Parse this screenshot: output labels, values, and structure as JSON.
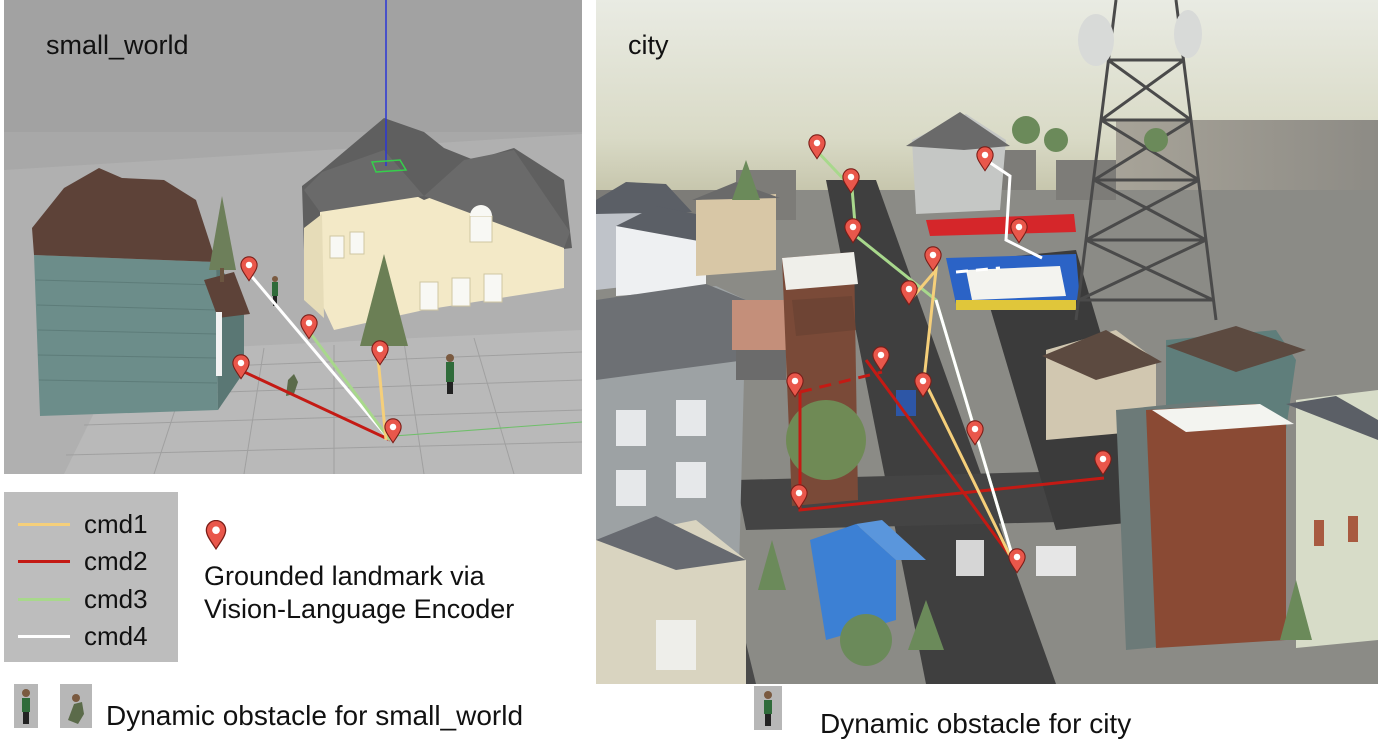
{
  "left_panel": {
    "label": "small_world"
  },
  "right_panel": {
    "label": "city"
  },
  "legend": {
    "items": [
      {
        "label": "cmd1",
        "color": "#f5cf7a"
      },
      {
        "label": "cmd2",
        "color": "#c41a14"
      },
      {
        "label": "cmd3",
        "color": "#a8d88c"
      },
      {
        "label": "cmd4",
        "color": "#ffffff"
      }
    ],
    "background": "#bdbdbd"
  },
  "landmark_legend": {
    "line1": "Grounded landmark via",
    "line2": "Vision-Language Encoder",
    "pin_color": "#e9574b"
  },
  "dynamic_obstacle_small_world": "Dynamic obstacle for small_world",
  "dynamic_obstacle_city": "Dynamic obstacle for city"
}
